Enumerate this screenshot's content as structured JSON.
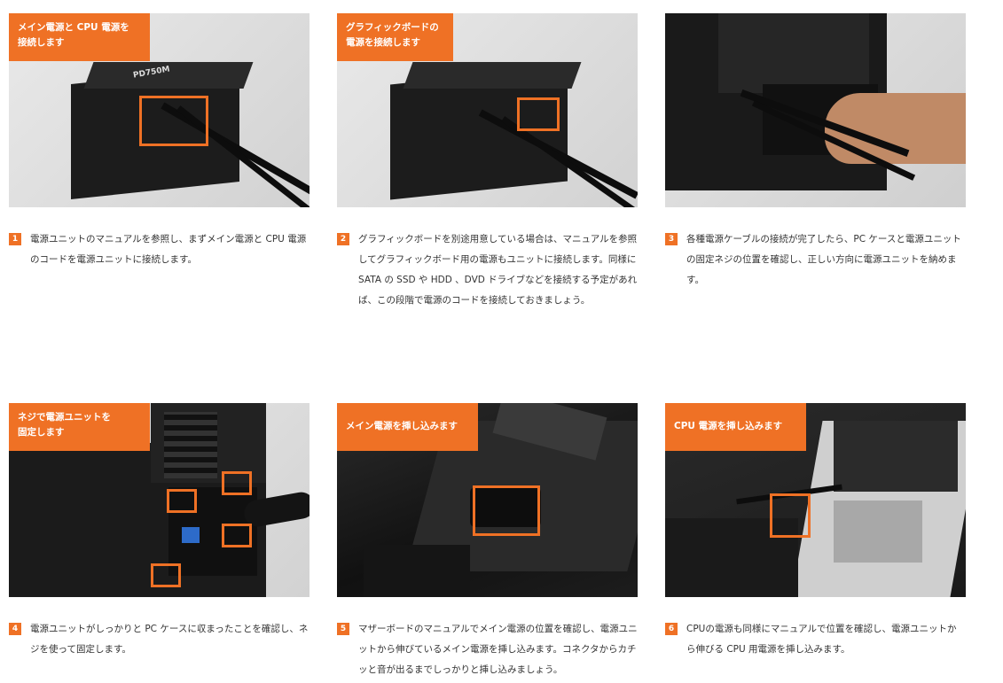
{
  "steps": [
    {
      "number": "1",
      "label": "メイン電源と CPU 電源を\n接続します",
      "text": "電源ユニットのマニュアルを参照し、まずメイン電源と CPU 電源のコードを電源ユニットに接続します。"
    },
    {
      "number": "2",
      "label": "グラフィックボードの\n電源を接続します",
      "text": "グラフィックボードを別途用意している場合は、マニュアルを参照してグラフィックボード用の電源もユニットに接続します。同様に SATA の SSD や HDD 、DVD ドライブなどを接続する予定があれば、この段階で電源のコードを接続しておきましょう。"
    },
    {
      "number": "3",
      "label": "",
      "text": "各種電源ケーブルの接続が完了したら、PC ケースと電源ユニットの固定ネジの位置を確認し、正しい方向に電源ユニットを納めます。"
    },
    {
      "number": "4",
      "label": "ネジで電源ユニットを\n固定します",
      "text": "電源ユニットがしっかりと PC ケースに収まったことを確認し、ネジを使って固定します。"
    },
    {
      "number": "5",
      "label": "メイン電源を挿し込みます",
      "text": "マザーボードのマニュアルでメイン電源の位置を確認し、電源ユニットから伸びているメイン電源を挿し込みます。コネクタからカチッと音が出るまでしっかりと挿し込みましょう。"
    },
    {
      "number": "6",
      "label": "CPU 電源を挿し込みます",
      "text": "CPUの電源も同様にマニュアルで位置を確認し、電源ユニットから伸びる CPU 用電源を挿し込みます。"
    }
  ],
  "psu_model_text": "PD750M",
  "colors": {
    "accent": "#ef7125",
    "text": "#333333"
  }
}
